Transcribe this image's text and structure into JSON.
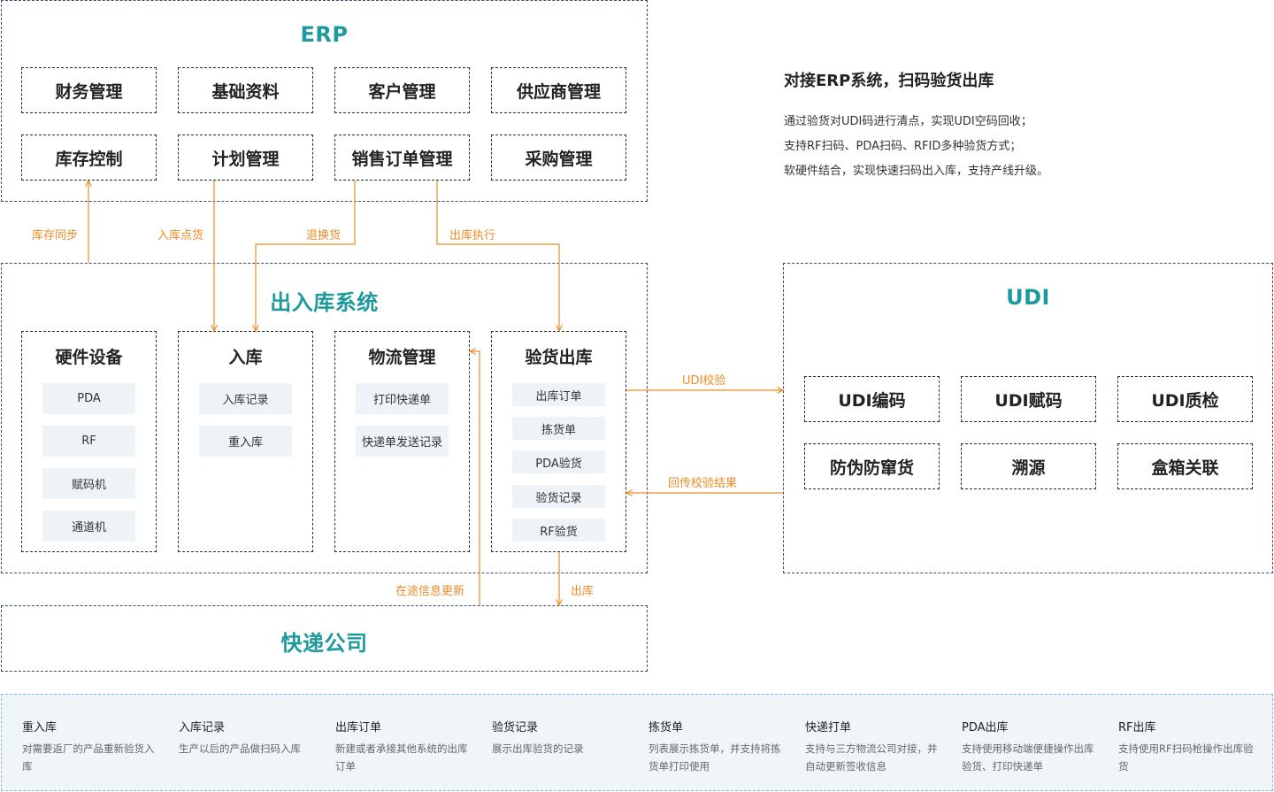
{
  "erp": {
    "title": "ERP",
    "modules": [
      "财务管理",
      "基础资料",
      "客户管理",
      "供应商管理",
      "库存控制",
      "计划管理",
      "销售订单管理",
      "采购管理"
    ]
  },
  "info": {
    "title": "对接ERP系统，扫码验货出库",
    "lines": [
      "通过验货对UDI码进行清点，实现UDI空码回收；",
      "支持RF扫码、PDA扫码、RFID多种验货方式；",
      "软硬件结合，实现快速扫码出入库，支持产线升级。"
    ]
  },
  "flows": {
    "stock_sync": "库存同步",
    "inbound_check": "入库点货",
    "return_exchange": "退换货",
    "outbound_exec": "出库执行",
    "udi_verify": "UDI校验",
    "return_result": "回传校验结果",
    "transit_update": "在途信息更新",
    "outbound": "出库"
  },
  "wms": {
    "title": "出入库系统",
    "hardware": {
      "title": "硬件设备",
      "items": [
        "PDA",
        "RF",
        "赋码机",
        "通道机"
      ]
    },
    "inbound": {
      "title": "入库",
      "items": [
        "入库记录",
        "重入库"
      ]
    },
    "logistics": {
      "title": "物流管理",
      "items": [
        "打印快递单",
        "快递单发送记录"
      ]
    },
    "inspection": {
      "title": "验货出库",
      "items": [
        "出库订单",
        "拣货单",
        "PDA验货",
        "验货记录",
        "RF验货"
      ]
    }
  },
  "udi": {
    "title": "UDI",
    "modules": [
      "UDI编码",
      "UDI赋码",
      "UDI质检",
      "防伪防窜货",
      "溯源",
      "盒箱关联"
    ]
  },
  "courier": {
    "title": "快递公司"
  },
  "footer": [
    {
      "title": "重入库",
      "desc": "对需要返厂的产品重新验货入库"
    },
    {
      "title": "入库记录",
      "desc": "生产以后的产品做扫码入库"
    },
    {
      "title": "出库订单",
      "desc": "新建或者承接其他系统的出库订单"
    },
    {
      "title": "验货记录",
      "desc": "展示出库验货的记录"
    },
    {
      "title": "拣货单",
      "desc": "列表展示拣货单，并支持将拣货单打印使用"
    },
    {
      "title": "快递打单",
      "desc": "支持与三方物流公司对接，并自动更新签收信息"
    },
    {
      "title": "PDA出库",
      "desc": "支持使用移动端便捷操作出库验货、打印快递单"
    },
    {
      "title": "RF出库",
      "desc": "支持使用RF扫码枪操作出库验货"
    }
  ],
  "colors": {
    "teal": "#1e9a9e",
    "orange": "#f08a25",
    "navy_dash": "#3c4a73"
  }
}
